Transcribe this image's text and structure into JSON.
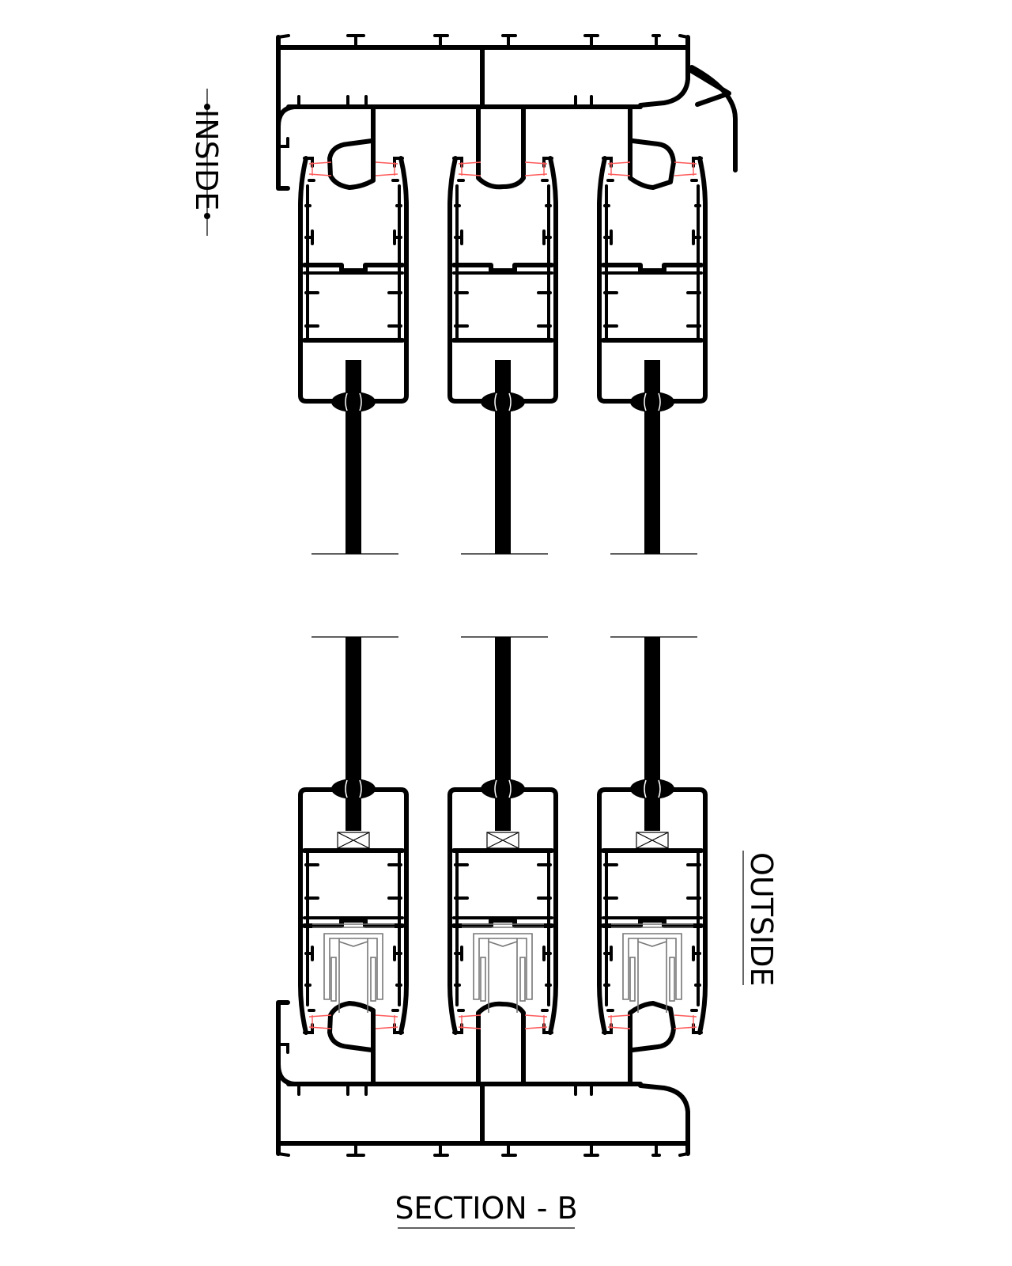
{
  "drawing": {
    "inside_label": "INSIDE",
    "outside_label": "OUTSIDE",
    "title": "SECTION - B",
    "sash_count": 3
  },
  "colors": {
    "line": "#000000",
    "thermal_break": "#ff5a5a",
    "hardware": "#777777"
  }
}
